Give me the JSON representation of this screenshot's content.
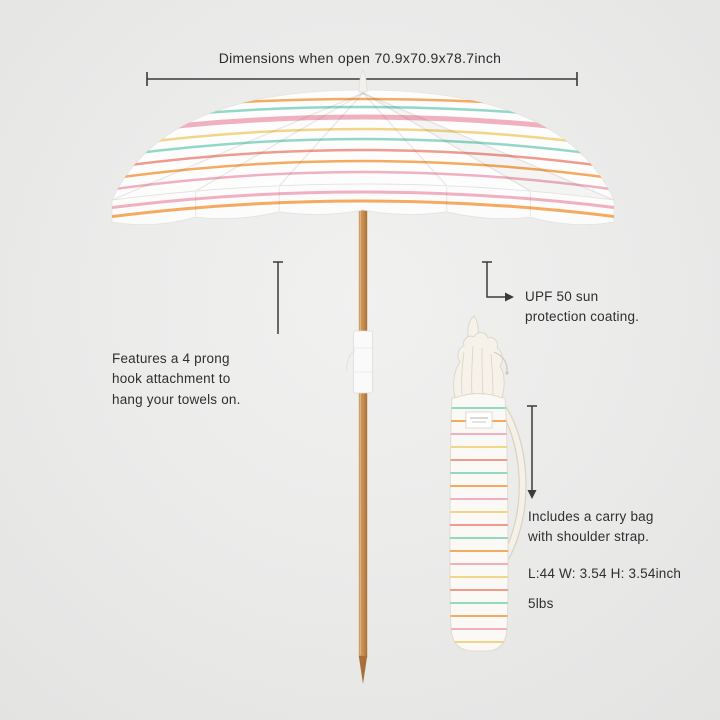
{
  "header": {
    "dimensions_label": "Dimensions when open 70.9x70.9x78.7inch"
  },
  "annotations": {
    "hook": "Features a 4 prong hook attachment to hang your towels on.",
    "upf": "UPF 50 sun protection coating.",
    "carry_bag": "Includes a carry bag with shoulder strap.",
    "carry_bag_dimensions": "L:44 W: 3.54 H: 3.54inch",
    "carry_bag_weight": "5lbs"
  },
  "colors": {
    "background": "#eaeae9",
    "text": "#2f2f2f",
    "line": "#3b3b3b",
    "stripe_pink": "#f1b0bf",
    "stripe_orange": "#f5aa5f",
    "stripe_mint": "#93d8c6",
    "stripe_yellow": "#f2d587",
    "stripe_coral": "#ef9b8e",
    "pole_wood": "#c98f50",
    "canopy_white": "#fdfdfd",
    "bag_white": "#fbf9f5"
  }
}
